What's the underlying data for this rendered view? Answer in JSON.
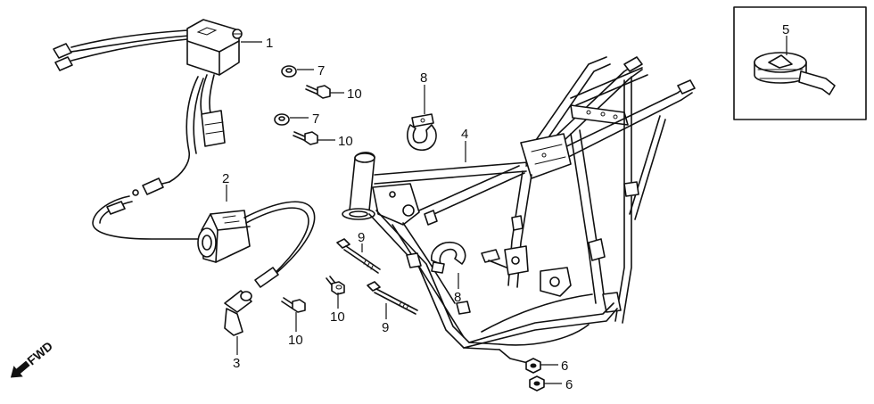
{
  "callouts": {
    "c1": "1",
    "c2": "2",
    "c3": "3",
    "c4": "4",
    "c5": "5",
    "c6a": "6",
    "c6b": "6",
    "c7a": "7",
    "c7b": "7",
    "c8a": "8",
    "c8b": "8",
    "c9a": "9",
    "c9b": "9",
    "c10a": "10",
    "c10b": "10",
    "c10c": "10",
    "c10d": "10"
  },
  "direction_label": "FWD",
  "icons": [
    "fwd-arrow-icon"
  ]
}
